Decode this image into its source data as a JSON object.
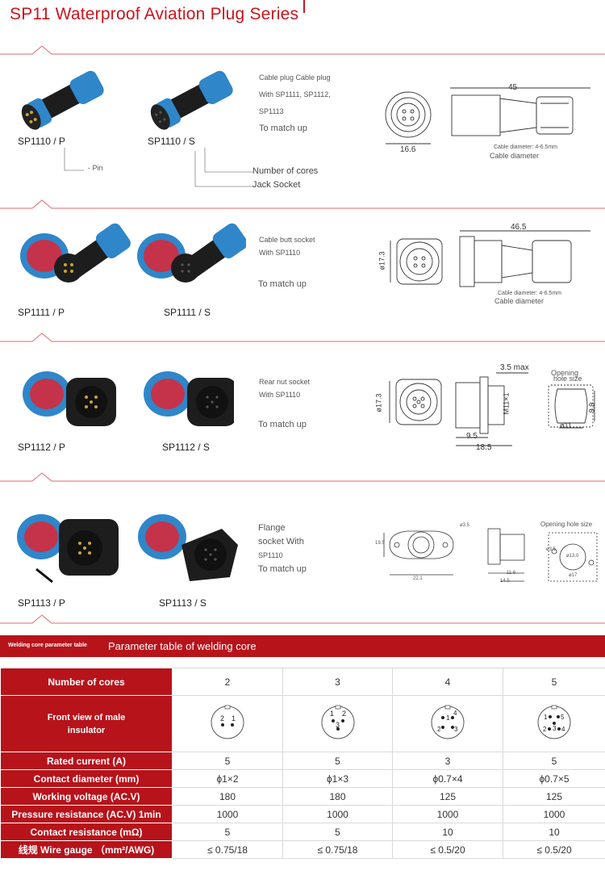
{
  "page": {
    "title": "SP11 Waterproof Aviation Plug Series",
    "accent": "#c8161d",
    "table_red": "#b7131b"
  },
  "products": [
    {
      "plug_label": "SP1110 / P",
      "socket_label": "SP1110 / S",
      "desc_lines": [
        "Cable plug Cable plug",
        "With SP1111, SP1112,",
        "SP1113",
        "To match up"
      ],
      "drawing": {
        "length": "45",
        "width": "16.6",
        "cable_small": "Cable diameter: 4-6.5mm",
        "cable_big": "Cable diameter"
      },
      "annotations": {
        "pin": "- Pin",
        "cores": "Number of cores",
        "jack": "Jack Socket"
      }
    },
    {
      "plug_label": "SP1111 / P",
      "socket_label": "SP1111 / S",
      "desc_lines": [
        "Cable butt socket",
        "With SP1110",
        "To match up"
      ],
      "drawing": {
        "length": "46.5",
        "diameter": "ø17.3",
        "cable_small": "Cable diameter: 4-6.5mm",
        "cable_big": "Cable diameter"
      }
    },
    {
      "plug_label": "SP1112 / P",
      "socket_label": "SP1112 / S",
      "desc_lines": [
        "Rear nut socket",
        "With SP1110",
        "To match up"
      ],
      "drawing": {
        "max": "3.5 max",
        "diameter": "ø17.3",
        "thread": "M11×1",
        "d1": "9.5",
        "d2": "18.5",
        "hole_title_1": "Opening",
        "hole_title_2": "hole size",
        "hole_d": "ø11",
        "hole_w": "9.9"
      }
    },
    {
      "plug_label": "SP1113 / P",
      "socket_label": "SP1113 / S",
      "desc_lines": [
        "Flange",
        "socket With",
        "SP1110",
        "To match up"
      ],
      "drawing": {
        "hole": "ø3.5",
        "h": "19.5",
        "w": "22.1",
        "d1": "11.6",
        "d2": "14.5",
        "hole_title": "Opening hole size",
        "hd": "ø13.0",
        "hs": "ø3.5",
        "hl": "ø17"
      }
    }
  ],
  "welding": {
    "small_title": "Welding core parameter table",
    "title": "Parameter table of welding core",
    "headers": [
      "Number of cores",
      "2",
      "3",
      "4",
      "5"
    ],
    "front_label": "Front view of male insulator",
    "rows": [
      {
        "label": "Rated current (A)",
        "values": [
          "5",
          "5",
          "3",
          "5"
        ]
      },
      {
        "label": "Contact diameter (mm)",
        "values": [
          "ϕ1×2",
          "ϕ1×3",
          "ϕ0.7×4",
          "ϕ0.7×5"
        ]
      },
      {
        "label": "Working voltage (AC.V)",
        "values": [
          "180",
          "180",
          "125",
          "125"
        ]
      },
      {
        "label": "Pressure resistance (AC.V) 1min",
        "values": [
          "1000",
          "1000",
          "1000",
          "1000"
        ]
      },
      {
        "label": "Contact resistance (mΩ)",
        "values": [
          "5",
          "5",
          "10",
          "10"
        ]
      },
      {
        "label": "线规 Wire gauge （mm²/AWG)",
        "values": [
          "≤ 0.75/18",
          "≤ 0.75/18",
          "≤ 0.5/20",
          "≤ 0.5/20"
        ]
      }
    ],
    "pin_labels": {
      "c2": [
        "2",
        "1"
      ],
      "c3": [
        "1",
        "2",
        "3"
      ],
      "c4": [
        "1",
        "4",
        "2",
        "3"
      ],
      "c5": [
        "1",
        "5",
        "2",
        "3",
        "4"
      ]
    }
  }
}
